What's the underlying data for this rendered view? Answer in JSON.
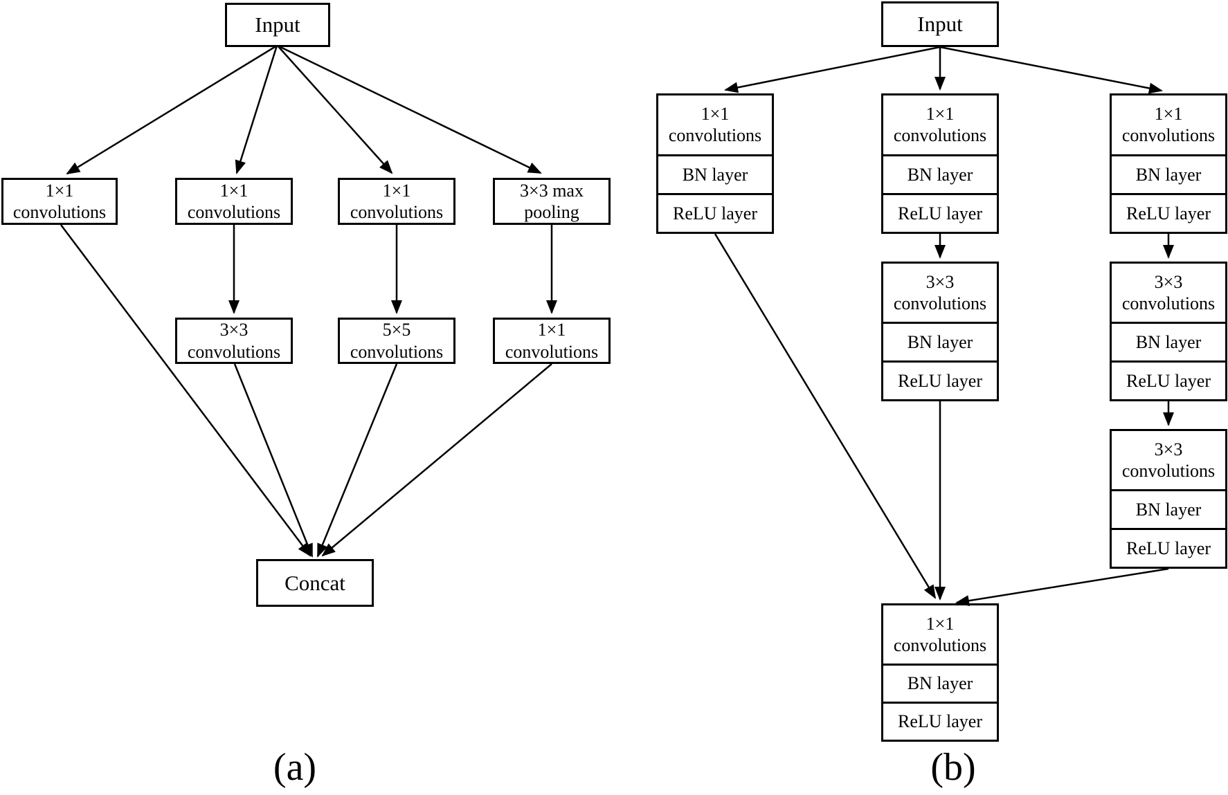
{
  "colors": {
    "ink": "#000000",
    "paper": "#ffffff"
  },
  "diagram_a": {
    "caption": "(a)",
    "input_label": "Input",
    "branch_boxes": [
      "1×1\nconvolutions",
      "1×1\nconvolutions",
      "1×1\nconvolutions",
      "3×3 max\npooling"
    ],
    "second_boxes": [
      "3×3\nconvolutions",
      "5×5\nconvolutions",
      "1×1\nconvolutions"
    ],
    "concat_label": "Concat"
  },
  "diagram_b": {
    "caption": "(b)",
    "input_label": "Input",
    "stacks": {
      "branch1_top": [
        "1×1\nconvolutions",
        "BN layer",
        "ReLU layer"
      ],
      "branch2_top": [
        "1×1\nconvolutions",
        "BN layer",
        "ReLU layer"
      ],
      "branch3_top": [
        "1×1\nconvolutions",
        "BN layer",
        "ReLU layer"
      ],
      "branch2_mid": [
        "3×3\nconvolutions",
        "BN layer",
        "ReLU layer"
      ],
      "branch3_mid": [
        "3×3\nconvolutions",
        "BN layer",
        "ReLU layer"
      ],
      "branch3_bottom": [
        "3×3\nconvolutions",
        "BN layer",
        "ReLU layer"
      ],
      "output": [
        "1×1\nconvolutions",
        "BN layer",
        "ReLU layer"
      ]
    }
  }
}
